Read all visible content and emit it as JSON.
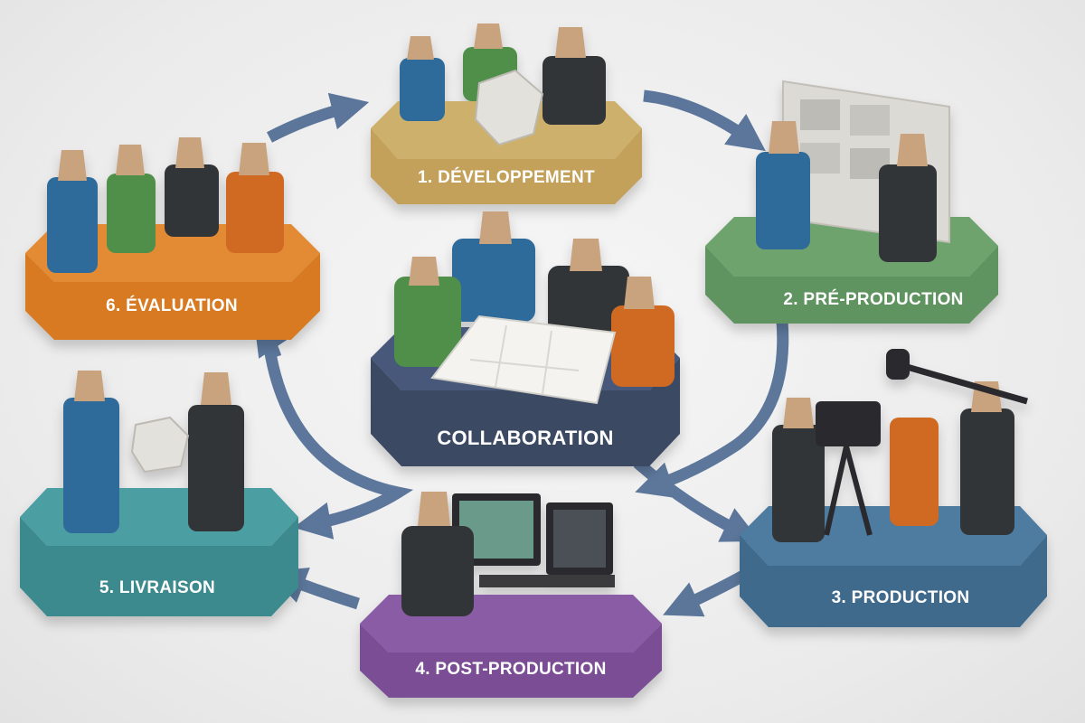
{
  "diagram": {
    "center": {
      "label": "COLLABORATION",
      "color": "#3a4a63"
    },
    "stages": [
      {
        "id": "developpement",
        "label": "1. DÉVELOPPEMENT",
        "color": "#c4a15a"
      },
      {
        "id": "pre-production",
        "label": "2. PRÉ-PRODUCTION",
        "color": "#5f9360"
      },
      {
        "id": "production",
        "label": "3. PRODUCTION",
        "color": "#3f6a8c"
      },
      {
        "id": "post-production",
        "label": "4. POST-PRODUCTION",
        "color": "#7a4e95"
      },
      {
        "id": "livraison",
        "label": "5. LIVRAISON",
        "color": "#3e8a8e"
      },
      {
        "id": "evaluation",
        "label": "6. ÉVALUATION",
        "color": "#d77a24"
      }
    ],
    "arrow_color": "#4d6a92",
    "figure_colors": {
      "blue": "#2f6a9a",
      "green": "#4f8f4a",
      "black": "#333538",
      "orange": "#d06a24",
      "skin": "#c9a27e",
      "hair": "#3a2e26"
    }
  }
}
